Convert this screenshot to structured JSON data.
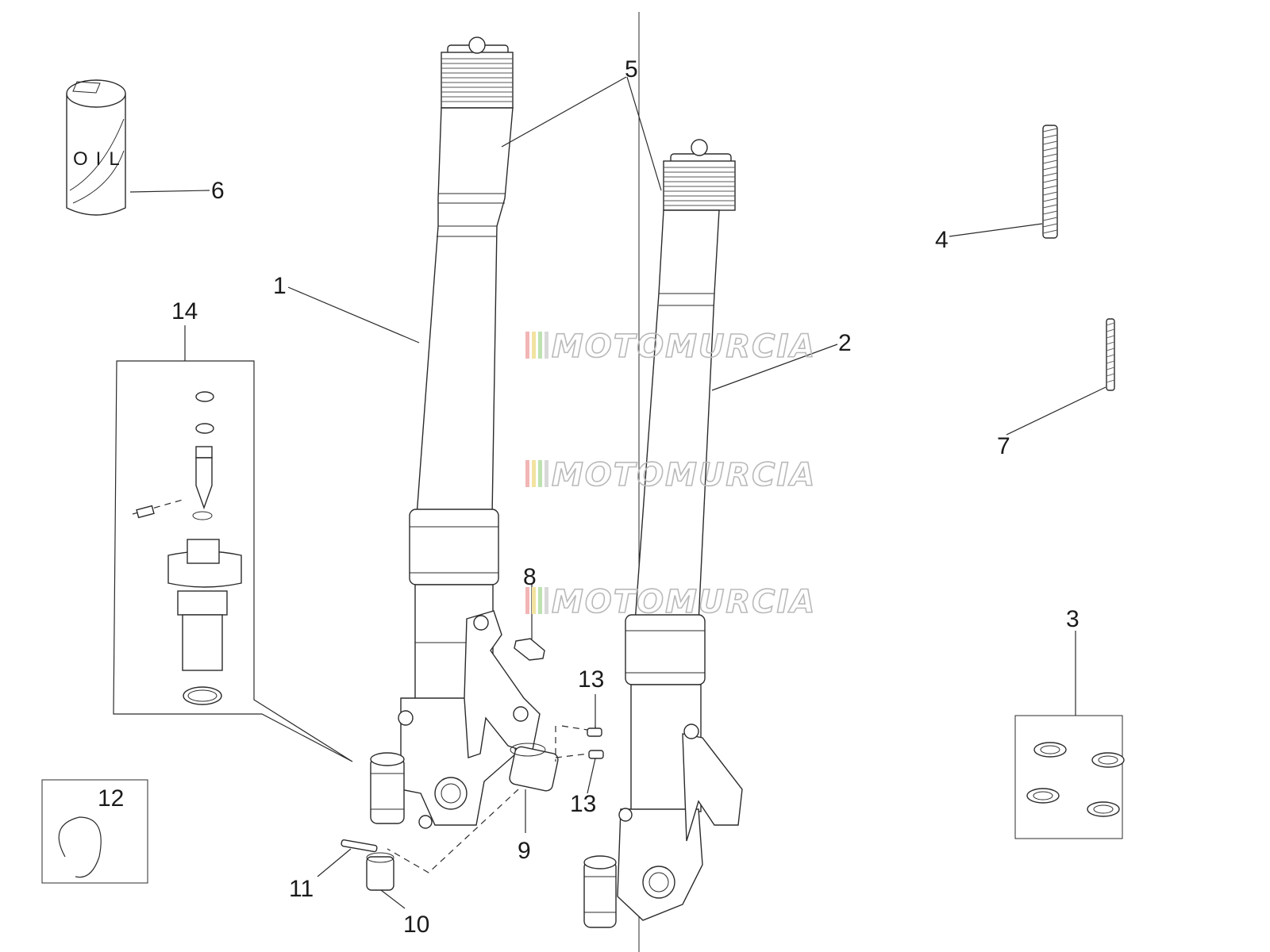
{
  "diagram": {
    "callouts": [
      "1",
      "2",
      "3",
      "4",
      "5",
      "6",
      "7",
      "8",
      "9",
      "10",
      "11",
      "12",
      "13",
      "13",
      "14"
    ],
    "oil_label": "OIL",
    "watermark": "MOTOMURCIA",
    "watermark_colors": [
      "#f2b5b5",
      "#f3e3a0",
      "#bde2b0",
      "#d8d8d8"
    ]
  }
}
